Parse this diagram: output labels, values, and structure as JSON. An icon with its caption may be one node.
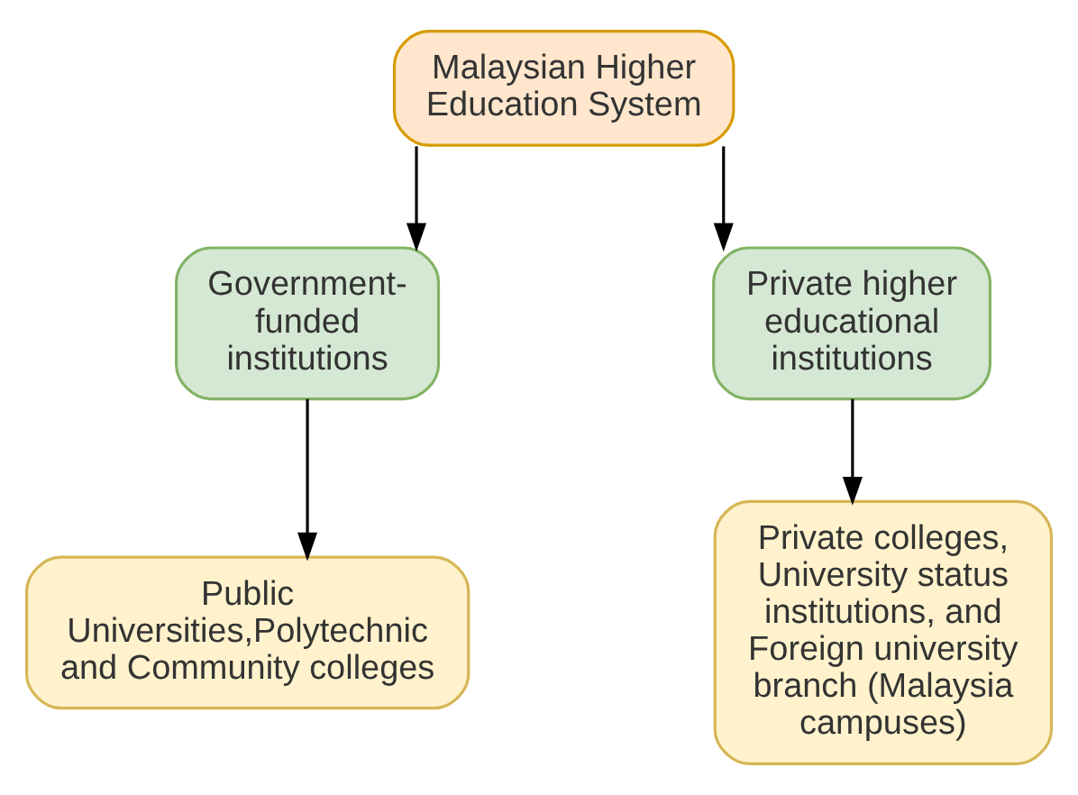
{
  "diagram": {
    "nodes": [
      {
        "text": [
          "Malaysian Higher Education System"
        ]
      },
      {
        "text": [
          "Government-funded institutions"
        ]
      },
      {
        "text": [
          "Private higher educational institutions"
        ]
      },
      {
        "text": [
          "Public Universities,Polytechnic and Community colleges"
        ]
      },
      {
        "text": [
          "Private colleges, University status institutions, and Foreign university branch (Malaysia campuses)"
        ]
      }
    ],
    "edges": [
      {
        "from": 0,
        "to": 1,
        "arrow": "to"
      },
      {
        "from": 0,
        "to": 2,
        "arrow": "to"
      },
      {
        "from": 1,
        "to": 3,
        "arrow": "to"
      },
      {
        "from": 2,
        "to": 4,
        "arrow": "to"
      }
    ]
  }
}
